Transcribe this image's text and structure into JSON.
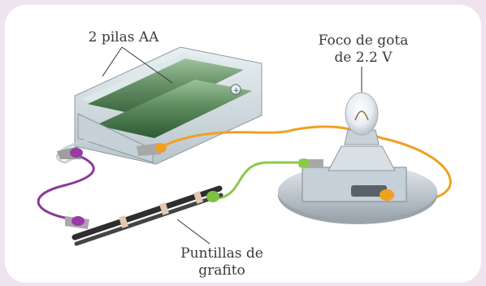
{
  "labels": {
    "batteries": "2 pilas AA",
    "bulb_line1": "Foco de gota",
    "bulb_line2": "de 2.2 V",
    "graphite_line1": "Puntillas de",
    "graphite_line2": "grafito"
  },
  "colors": {
    "page_background": "#efe3ef",
    "card": "#ffffff",
    "battery_green": "#4c7a4e",
    "wire_orange": "#f0a020",
    "wire_purple": "#8a3a9a",
    "wire_green": "#8cc84a",
    "bulb_base": "#b8c2cc"
  }
}
